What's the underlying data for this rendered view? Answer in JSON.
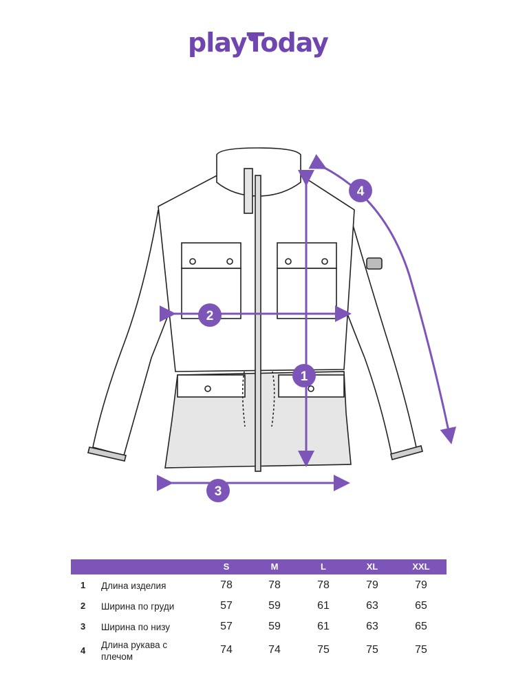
{
  "brand": {
    "logo_text": "playToday",
    "brand_color": "#6f45b0"
  },
  "markers": [
    "1",
    "2",
    "3",
    "4"
  ],
  "size_table": {
    "header_color": "#7d55b8",
    "sizes": [
      "S",
      "M",
      "L",
      "XL",
      "XXL"
    ],
    "rows": [
      {
        "num": "1",
        "name": "Длина изделия",
        "values": [
          "78",
          "78",
          "78",
          "79",
          "79"
        ]
      },
      {
        "num": "2",
        "name": "Ширина по груди",
        "values": [
          "57",
          "59",
          "61",
          "63",
          "65"
        ]
      },
      {
        "num": "3",
        "name": "Ширина по низу",
        "values": [
          "57",
          "59",
          "61",
          "63",
          "65"
        ]
      },
      {
        "num": "4",
        "name": "Длина рукава с плечом",
        "values": [
          "74",
          "74",
          "75",
          "75",
          "75"
        ]
      }
    ]
  }
}
